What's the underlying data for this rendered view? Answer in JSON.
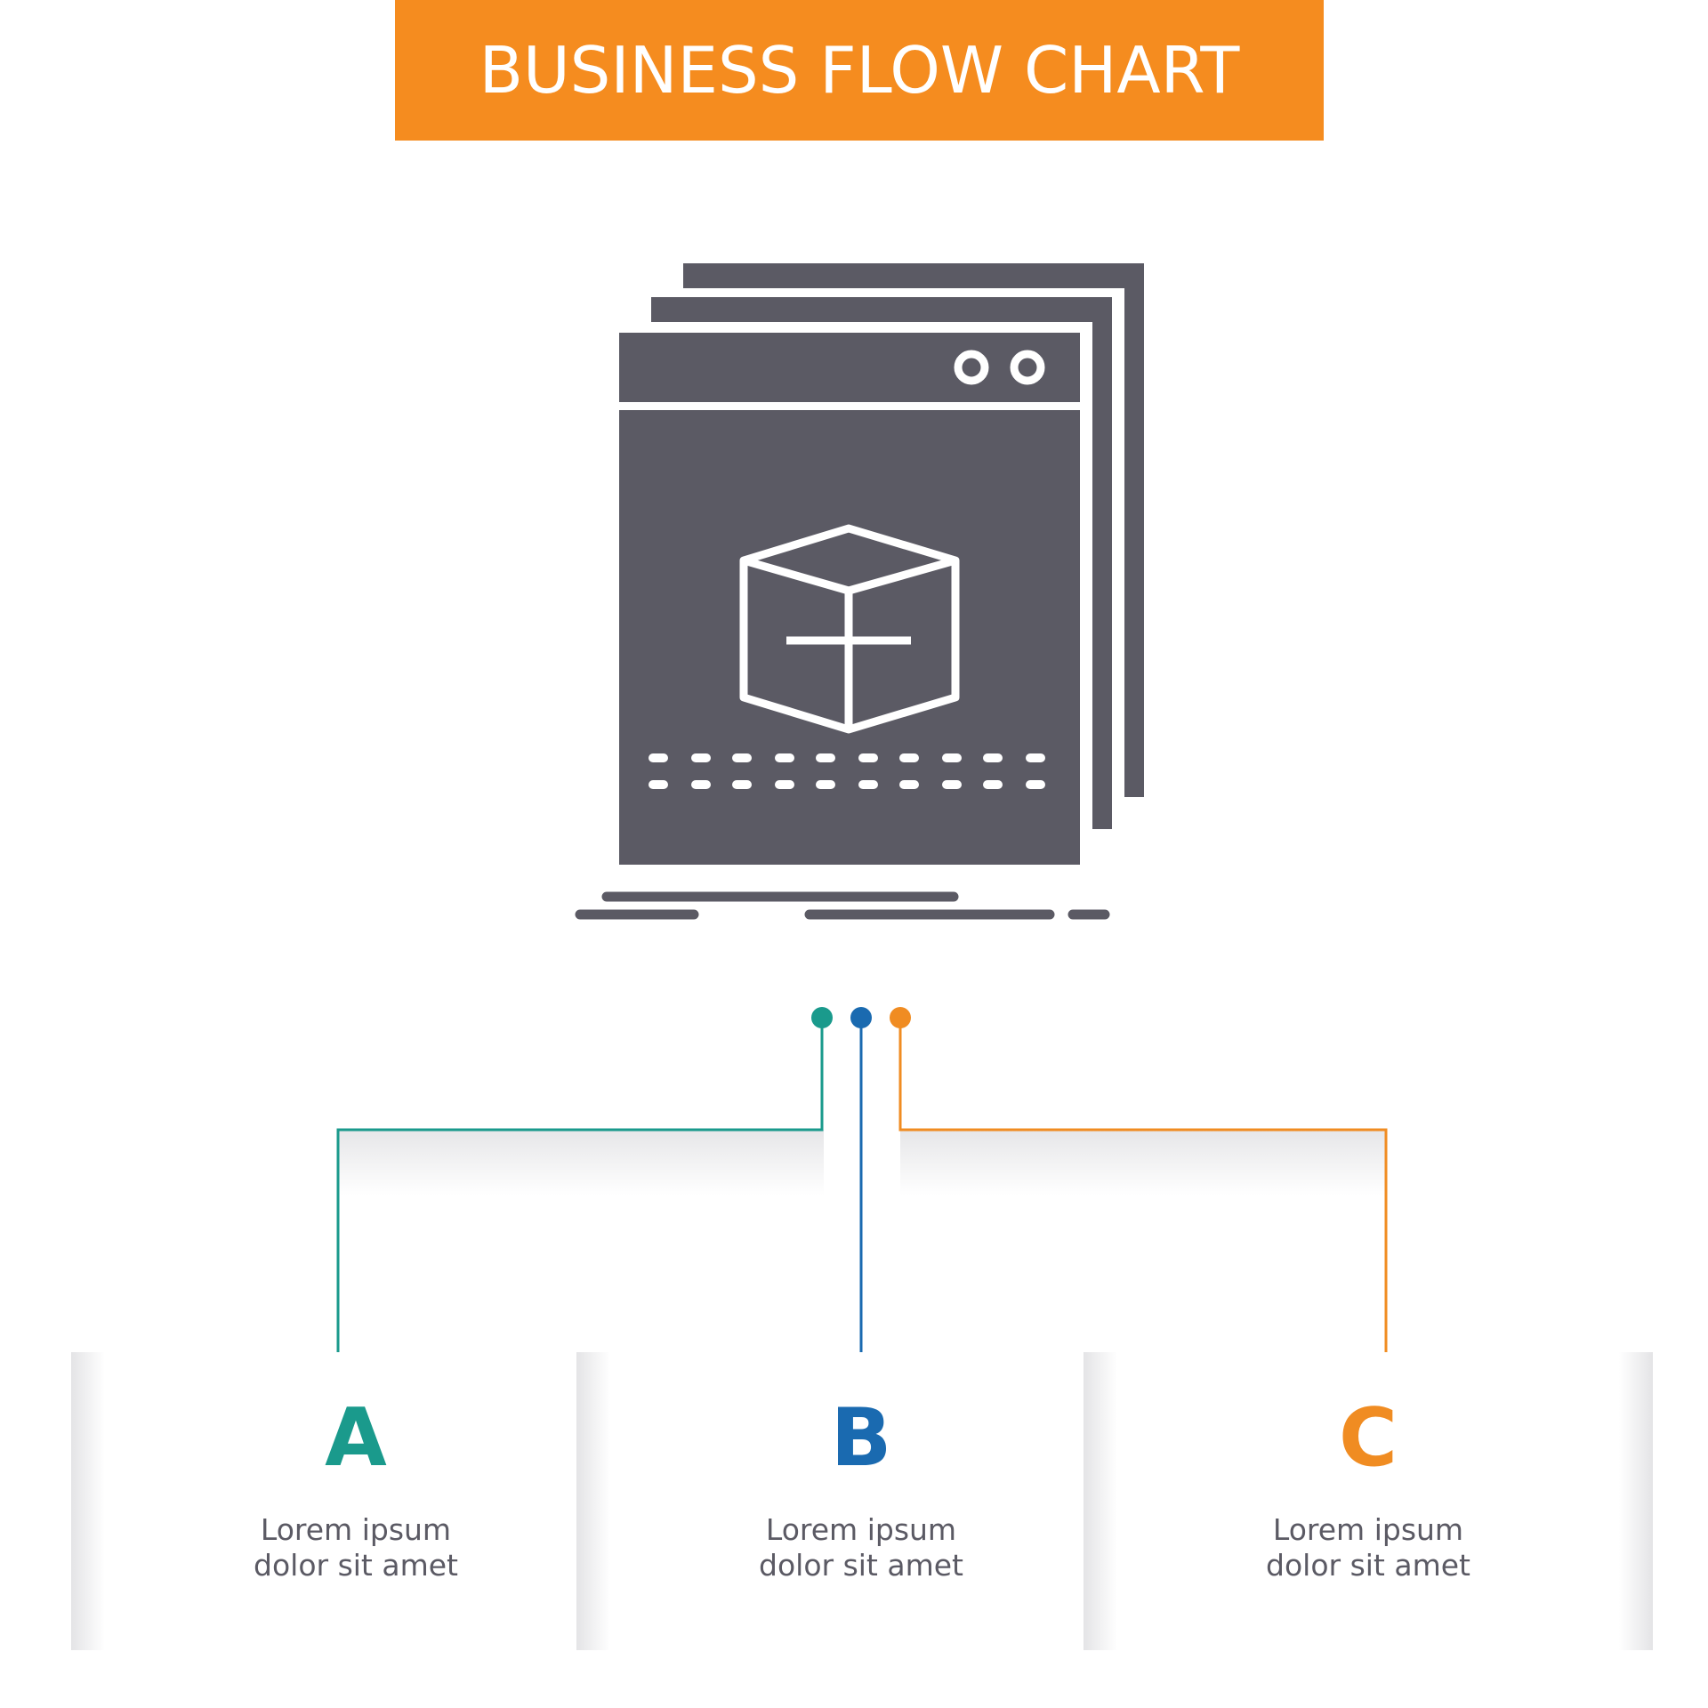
{
  "banner": {
    "title": "BUSINESS FLOW CHART",
    "color": "#f58c1f"
  },
  "center_icon": {
    "name": "application-window-box-icon",
    "color": "#5b5a64"
  },
  "connector_colors": {
    "a": "#1a9a8c",
    "b": "#1a6ab0",
    "c": "#f08c22"
  },
  "steps": [
    {
      "letter": "A",
      "line1": "Lorem ipsum",
      "line2": "dolor sit amet",
      "color": "#1a9a8c"
    },
    {
      "letter": "B",
      "line1": "Lorem ipsum",
      "line2": "dolor sit amet",
      "color": "#1a6ab0"
    },
    {
      "letter": "C",
      "line1": "Lorem ipsum",
      "line2": "dolor sit amet",
      "color": "#f08c22"
    }
  ]
}
